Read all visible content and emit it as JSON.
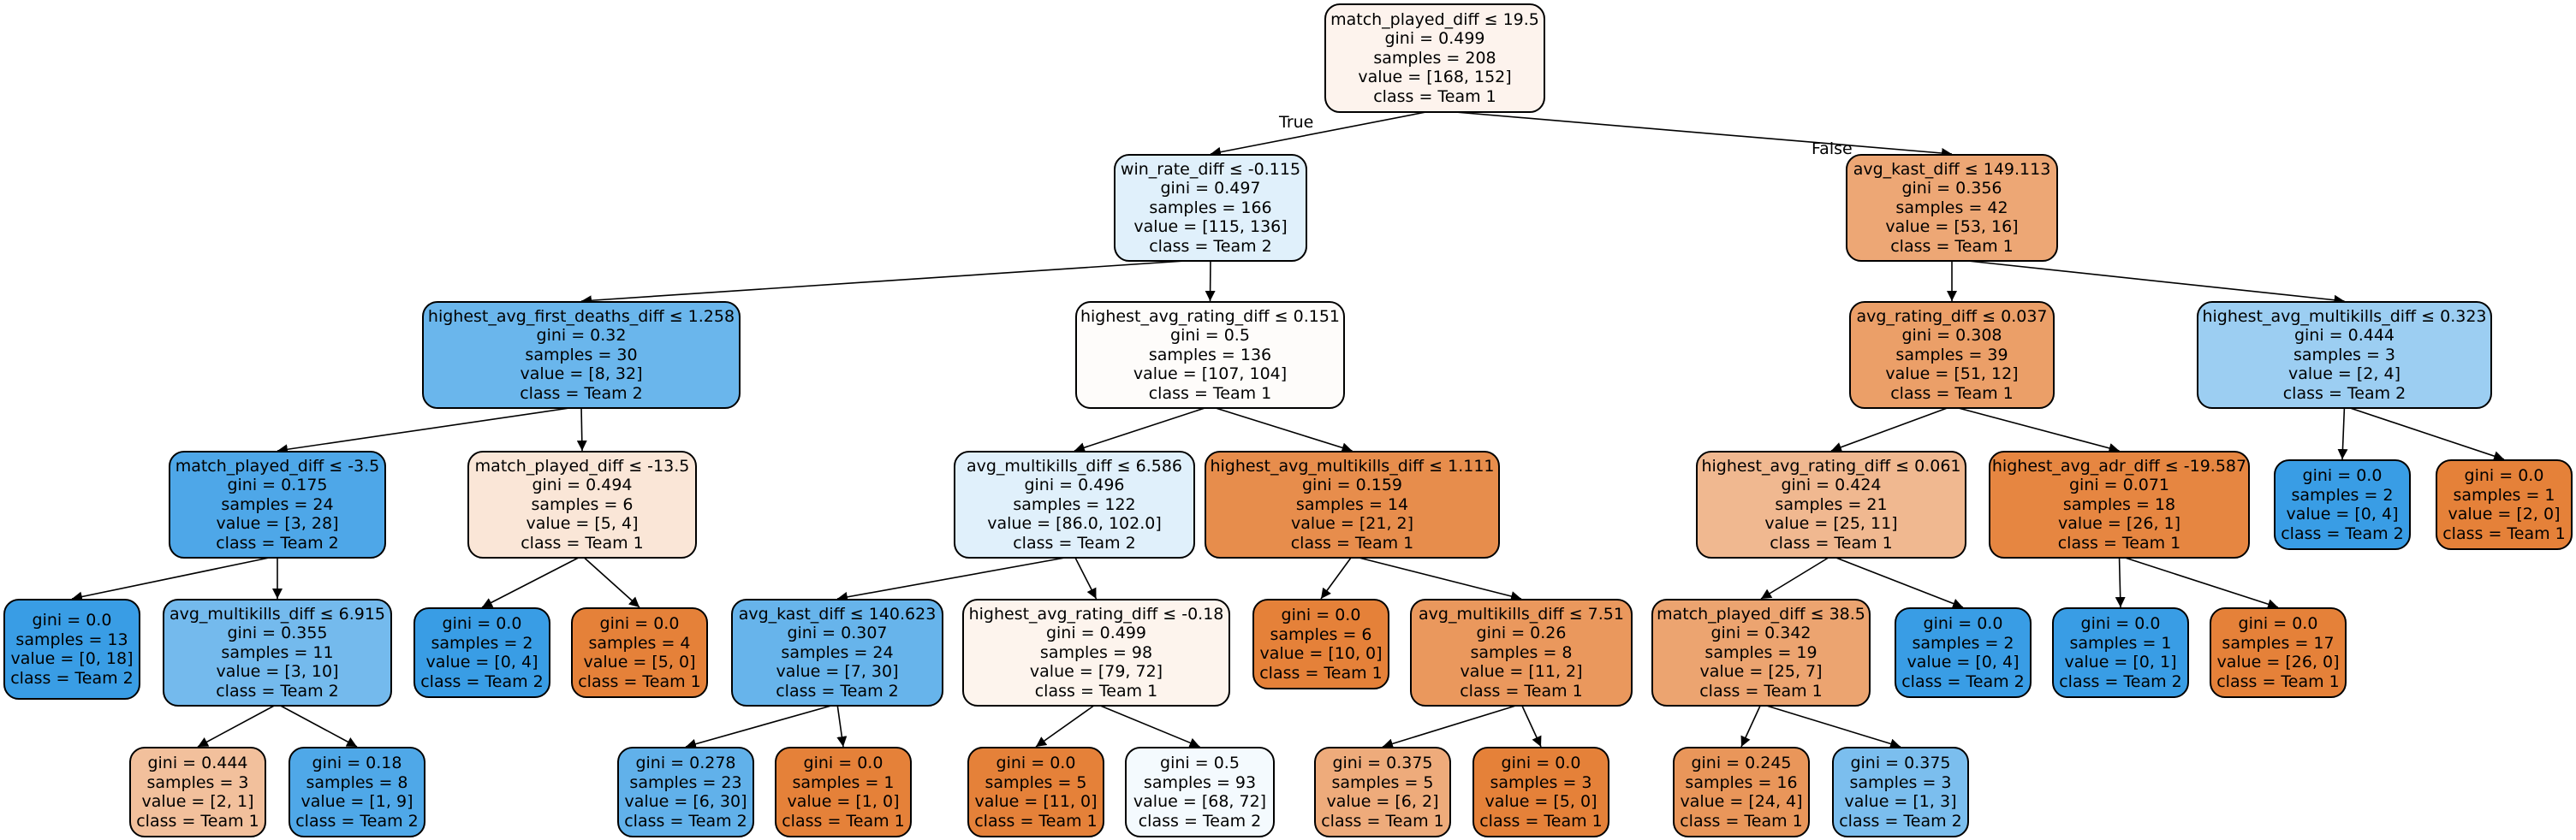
{
  "colors": {
    "team1": "#e58139",
    "team2": "#399de5",
    "edge": "#000000"
  },
  "edge_labels": {
    "true_label": "True",
    "false_label": "False"
  },
  "nodes": {
    "n0": {
      "lines": [
        "match_played_diff ≤ 19.5",
        "gini = 0.499",
        "samples = 208",
        "value = [168, 152]",
        "class = Team 1"
      ],
      "fill": "#fdf3ed"
    },
    "n1": {
      "lines": [
        "win_rate_diff ≤ -0.115",
        "gini = 0.497",
        "samples = 166",
        "value = [115, 136]",
        "class = Team 2"
      ],
      "fill": "#e0f0fb"
    },
    "n2": {
      "lines": [
        "highest_avg_first_deaths_diff ≤ 1.258",
        "gini = 0.32",
        "samples = 30",
        "value = [8, 32]",
        "class = Team 2"
      ],
      "fill": "#6ab6ec"
    },
    "n3": {
      "lines": [
        "match_played_diff ≤ -3.5",
        "gini = 0.175",
        "samples = 24",
        "value = [3, 28]",
        "class = Team 2"
      ],
      "fill": "#4ea7e8"
    },
    "n4": {
      "lines": [
        "gini = 0.0",
        "samples = 13",
        "value = [0, 18]",
        "class = Team 2"
      ],
      "fill": "#399de5"
    },
    "n5": {
      "lines": [
        "avg_multikills_diff ≤ 6.915",
        "gini = 0.355",
        "samples = 11",
        "value = [3, 10]",
        "class = Team 2"
      ],
      "fill": "#74baed"
    },
    "n6": {
      "lines": [
        "gini = 0.444",
        "samples = 3",
        "value = [2, 1]",
        "class = Team 1"
      ],
      "fill": "#f2c09c"
    },
    "n7": {
      "lines": [
        "gini = 0.18",
        "samples = 8",
        "value = [1, 9]",
        "class = Team 2"
      ],
      "fill": "#4fa8e8"
    },
    "n8": {
      "lines": [
        "match_played_diff ≤ -13.5",
        "gini = 0.494",
        "samples = 6",
        "value = [5, 4]",
        "class = Team 1"
      ],
      "fill": "#fae6d7"
    },
    "n9": {
      "lines": [
        "gini = 0.0",
        "samples = 2",
        "value = [0, 4]",
        "class = Team 2"
      ],
      "fill": "#399de5"
    },
    "n10": {
      "lines": [
        "gini = 0.0",
        "samples = 4",
        "value = [5, 0]",
        "class = Team 1"
      ],
      "fill": "#e58139"
    },
    "n11": {
      "lines": [
        "highest_avg_rating_diff ≤ 0.151",
        "gini = 0.5",
        "samples = 136",
        "value = [107, 104]",
        "class = Team 1"
      ],
      "fill": "#fefcfa"
    },
    "n12": {
      "lines": [
        "avg_multikills_diff ≤ 6.586",
        "gini = 0.496",
        "samples = 122",
        "value = [86.0, 102.0]",
        "class = Team 2"
      ],
      "fill": "#e0f0fb"
    },
    "n13": {
      "lines": [
        "avg_kast_diff ≤ 140.623",
        "gini = 0.307",
        "samples = 24",
        "value = [7, 30]",
        "class = Team 2"
      ],
      "fill": "#67b4eb"
    },
    "n14": {
      "lines": [
        "gini = 0.278",
        "samples = 23",
        "value = [6, 30]",
        "class = Team 2"
      ],
      "fill": "#61b1ea"
    },
    "n15": {
      "lines": [
        "gini = 0.0",
        "samples = 1",
        "value = [1, 0]",
        "class = Team 1"
      ],
      "fill": "#e58139"
    },
    "n16": {
      "lines": [
        "highest_avg_rating_diff ≤ -0.18",
        "gini = 0.499",
        "samples = 98",
        "value = [79, 72]",
        "class = Team 1"
      ],
      "fill": "#fdf4ed"
    },
    "n17": {
      "lines": [
        "gini = 0.0",
        "samples = 5",
        "value = [11, 0]",
        "class = Team 1"
      ],
      "fill": "#e58139"
    },
    "n18": {
      "lines": [
        "gini = 0.5",
        "samples = 93",
        "value = [68, 72]",
        "class = Team 2"
      ],
      "fill": "#f4fafe"
    },
    "n19": {
      "lines": [
        "highest_avg_multikills_diff ≤ 1.111",
        "gini = 0.159",
        "samples = 14",
        "value = [21, 2]",
        "class = Team 1"
      ],
      "fill": "#e78d4c"
    },
    "n20": {
      "lines": [
        "gini = 0.0",
        "samples = 6",
        "value = [10, 0]",
        "class = Team 1"
      ],
      "fill": "#e58139"
    },
    "n21": {
      "lines": [
        "avg_multikills_diff ≤ 7.51",
        "gini = 0.26",
        "samples = 8",
        "value = [11, 2]",
        "class = Team 1"
      ],
      "fill": "#ea985d"
    },
    "n22": {
      "lines": [
        "gini = 0.375",
        "samples = 5",
        "value = [6, 2]",
        "class = Team 1"
      ],
      "fill": "#eeab7b"
    },
    "n23": {
      "lines": [
        "gini = 0.0",
        "samples = 3",
        "value = [5, 0]",
        "class = Team 1"
      ],
      "fill": "#e58139"
    },
    "n24": {
      "lines": [
        "avg_kast_diff ≤ 149.113",
        "gini = 0.356",
        "samples = 42",
        "value = [53, 16]",
        "class = Team 1"
      ],
      "fill": "#eda775"
    },
    "n25": {
      "lines": [
        "avg_rating_diff ≤ 0.037",
        "gini = 0.308",
        "samples = 39",
        "value = [51, 12]",
        "class = Team 1"
      ],
      "fill": "#eb9f68"
    },
    "n26": {
      "lines": [
        "highest_avg_rating_diff ≤ 0.061",
        "gini = 0.424",
        "samples = 21",
        "value = [25, 11]",
        "class = Team 1"
      ],
      "fill": "#f0b890"
    },
    "n27": {
      "lines": [
        "match_played_diff ≤ 38.5",
        "gini = 0.342",
        "samples = 19",
        "value = [25, 7]",
        "class = Team 1"
      ],
      "fill": "#eca470"
    },
    "n28": {
      "lines": [
        "gini = 0.245",
        "samples = 16",
        "value = [24, 4]",
        "class = Team 1"
      ],
      "fill": "#e9965a"
    },
    "n29": {
      "lines": [
        "gini = 0.375",
        "samples = 3",
        "value = [1, 3]",
        "class = Team 2"
      ],
      "fill": "#7bbeee"
    },
    "n30": {
      "lines": [
        "gini = 0.0",
        "samples = 2",
        "value = [0, 4]",
        "class = Team 2"
      ],
      "fill": "#399de5"
    },
    "n31": {
      "lines": [
        "highest_avg_adr_diff ≤ -19.587",
        "gini = 0.071",
        "samples = 18",
        "value = [26, 1]",
        "class = Team 1"
      ],
      "fill": "#e68641"
    },
    "n32": {
      "lines": [
        "gini = 0.0",
        "samples = 1",
        "value = [0, 1]",
        "class = Team 2"
      ],
      "fill": "#399de5"
    },
    "n33": {
      "lines": [
        "gini = 0.0",
        "samples = 17",
        "value = [26, 0]",
        "class = Team 1"
      ],
      "fill": "#e58139"
    },
    "n34": {
      "lines": [
        "highest_avg_multikills_diff ≤ 0.323",
        "gini = 0.444",
        "samples = 3",
        "value = [2, 4]",
        "class = Team 2"
      ],
      "fill": "#9ccef2"
    },
    "n35": {
      "lines": [
        "gini = 0.0",
        "samples = 2",
        "value = [0, 4]",
        "class = Team 2"
      ],
      "fill": "#399de5"
    },
    "n36": {
      "lines": [
        "gini = 0.0",
        "samples = 1",
        "value = [2, 0]",
        "class = Team 1"
      ],
      "fill": "#e58139"
    }
  }
}
